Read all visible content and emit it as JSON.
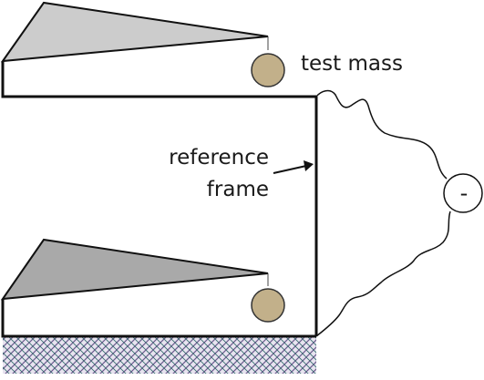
{
  "diagram": {
    "labels": {
      "test_mass": "test mass",
      "reference_line1": "reference",
      "reference_line2": "frame",
      "detector_symbol": "-"
    },
    "colors": {
      "upper_spring": "#cccccc",
      "lower_spring": "#a9a9a9",
      "test_mass": "#c2b08a",
      "outline": "#111111",
      "ground_hatch_primary": "#6a5a8c",
      "ground_hatch_secondary": "#2f6a6a"
    }
  }
}
